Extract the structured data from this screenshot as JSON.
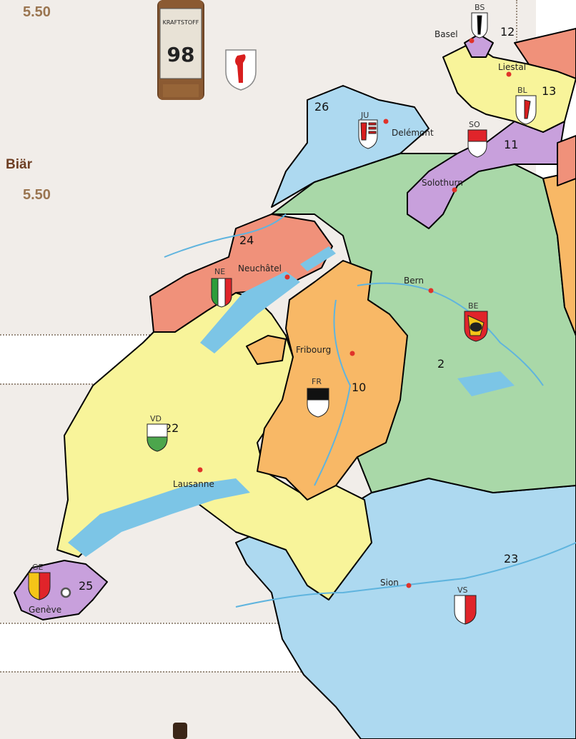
{
  "menu": {
    "price_top": "5.50",
    "item_name": "Biär",
    "item_price": "5.50",
    "bottle_label": "98",
    "bottle_brand": "KRAFTSTOFF"
  },
  "map": {
    "labels": {
      "n26": "26",
      "n24": "24",
      "n22": "22",
      "n10": "10",
      "n2": "2",
      "n23": "23",
      "n25": "25",
      "n12": "12",
      "n13": "13",
      "n11": "11"
    },
    "cities": {
      "basel": "Basel",
      "liestal": "Liestal",
      "delemont": "Delémont",
      "solothurn": "Solothurn",
      "neuchatel": "Neuchâtel",
      "bern": "Bern",
      "fribourg": "Fribourg",
      "lausanne": "Lausanne",
      "sion": "Sion",
      "geneve": "Genève"
    },
    "cantons": {
      "bs": "BS",
      "bl": "BL",
      "so": "SO",
      "ju": "JU",
      "ne": "NE",
      "be": "BE",
      "fr": "FR",
      "vd": "VD",
      "ge": "GE",
      "vs": "VS"
    },
    "colors": {
      "orange": "#f8b866",
      "green": "#a9d8a8",
      "blue": "#add9f0",
      "yellow": "#f8f49a",
      "purple": "#c8a0dc",
      "salmon": "#f0917a",
      "lake": "#7cc5e6",
      "border": "#000000"
    }
  }
}
